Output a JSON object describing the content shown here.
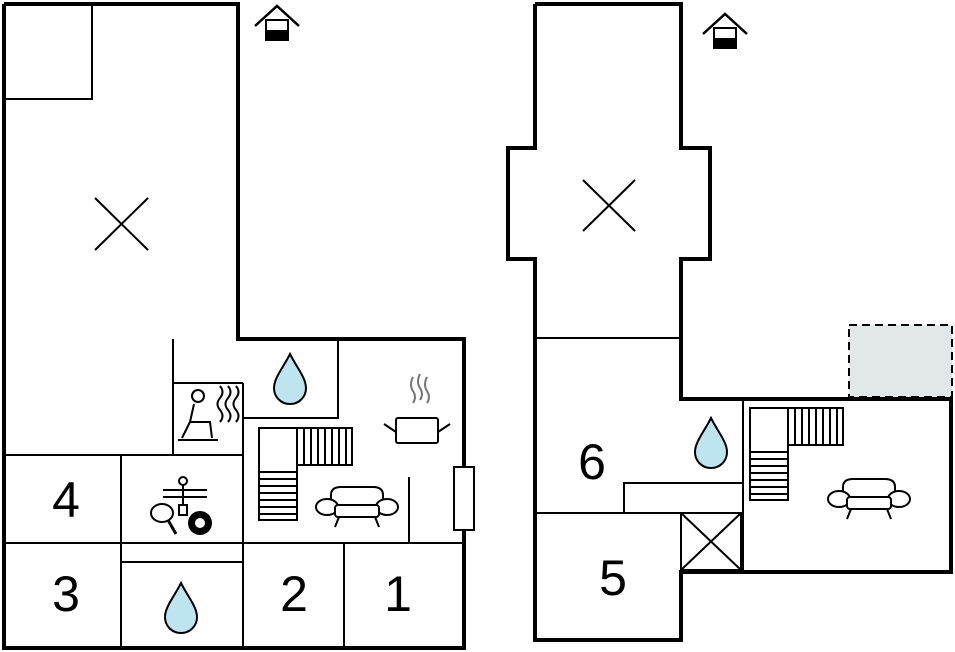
{
  "colors": {
    "wall": "#000000",
    "background": "#ffffff",
    "water": "#bde4ef",
    "balcony_fill": "#e2e8e8"
  },
  "ground_floor": {
    "rooms": [
      {
        "id": "room-1",
        "label": "1"
      },
      {
        "id": "room-2",
        "label": "2"
      },
      {
        "id": "room-3",
        "label": "3"
      },
      {
        "id": "room-4",
        "label": "4"
      }
    ],
    "icons": [
      "house-icon",
      "void-cross-icon",
      "sauna-icon",
      "bathroom-water-drop-icon",
      "kitchen-pot-icon",
      "staircase-icon",
      "sofa-icon",
      "fireplace-icon",
      "game-room-icon",
      "bathroom-water-drop-icon"
    ]
  },
  "upper_floor": {
    "rooms": [
      {
        "id": "room-5",
        "label": "5"
      },
      {
        "id": "room-6",
        "label": "6"
      }
    ],
    "icons": [
      "house-icon",
      "void-cross-icon",
      "bathroom-water-drop-icon",
      "staircase-icon",
      "sofa-icon",
      "storage-cross-icon",
      "balcony-icon"
    ]
  }
}
